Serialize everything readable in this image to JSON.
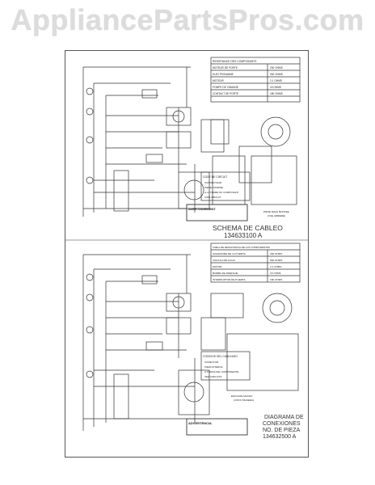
{
  "watermark": "AppliancePartsPros.com",
  "top": {
    "title": "SCHEMA DE CABLEO",
    "part": "134633100 A",
    "warning_header": "AVERTISSEMENT",
    "notes": [
      "PRISE MALE MONTEE",
      "(VUE ARRIERE)"
    ],
    "table_header": "RESISTANCE DES COMPOSANTS",
    "components": [
      "MOTEUR DE PORTE",
      "ELECTROVANNE",
      "MOTEUR",
      "POMPE DE VIDANGE",
      "CONTACT DE PORTE"
    ],
    "resistances": [
      "200 OHMS",
      "900 OHMS",
      "2.1 OHMS",
      "15 OHMS",
      "180 OHMS"
    ],
    "legend_header": "CODE DE CIRCUIT",
    "legend": [
      "CONNECTEUR",
      "PIECE INTERNE",
      "A LA TERRE DU COMPOSANT",
      "VOIR CIRCUIT"
    ]
  },
  "bottom": {
    "title": "DIAGRAMA DE",
    "title2": "CONEXIONES",
    "title3": "NO. DE PIEZA",
    "part": "134632500 A",
    "warning_header": "ADVERTENCIA",
    "notes": [
      "ENCHUFE MACHO",
      "(VISTA TRASERA)"
    ],
    "table_header": "TABLA DE RESISTENCIA DE LOS COMPONENTES",
    "components": [
      "SOLENOIDE DE LA PUERTA",
      "VALVULA DE AGUA",
      "MOTOR",
      "BOMBA DE DRENAJE",
      "INTERRUPTOR DE PUERTA"
    ],
    "resistances": [
      "200 OHMS",
      "900 OHMS",
      "2.1 OHMS",
      "15 OHMS",
      "180 OHMS"
    ],
    "legend_header": "CODIGOS DEL CABLEADO",
    "legend": [
      "CONECTOR",
      "PIEZA INTERNA",
      "A TIERRA DEL COMPONENTE",
      "VER CIRCUITO"
    ]
  }
}
